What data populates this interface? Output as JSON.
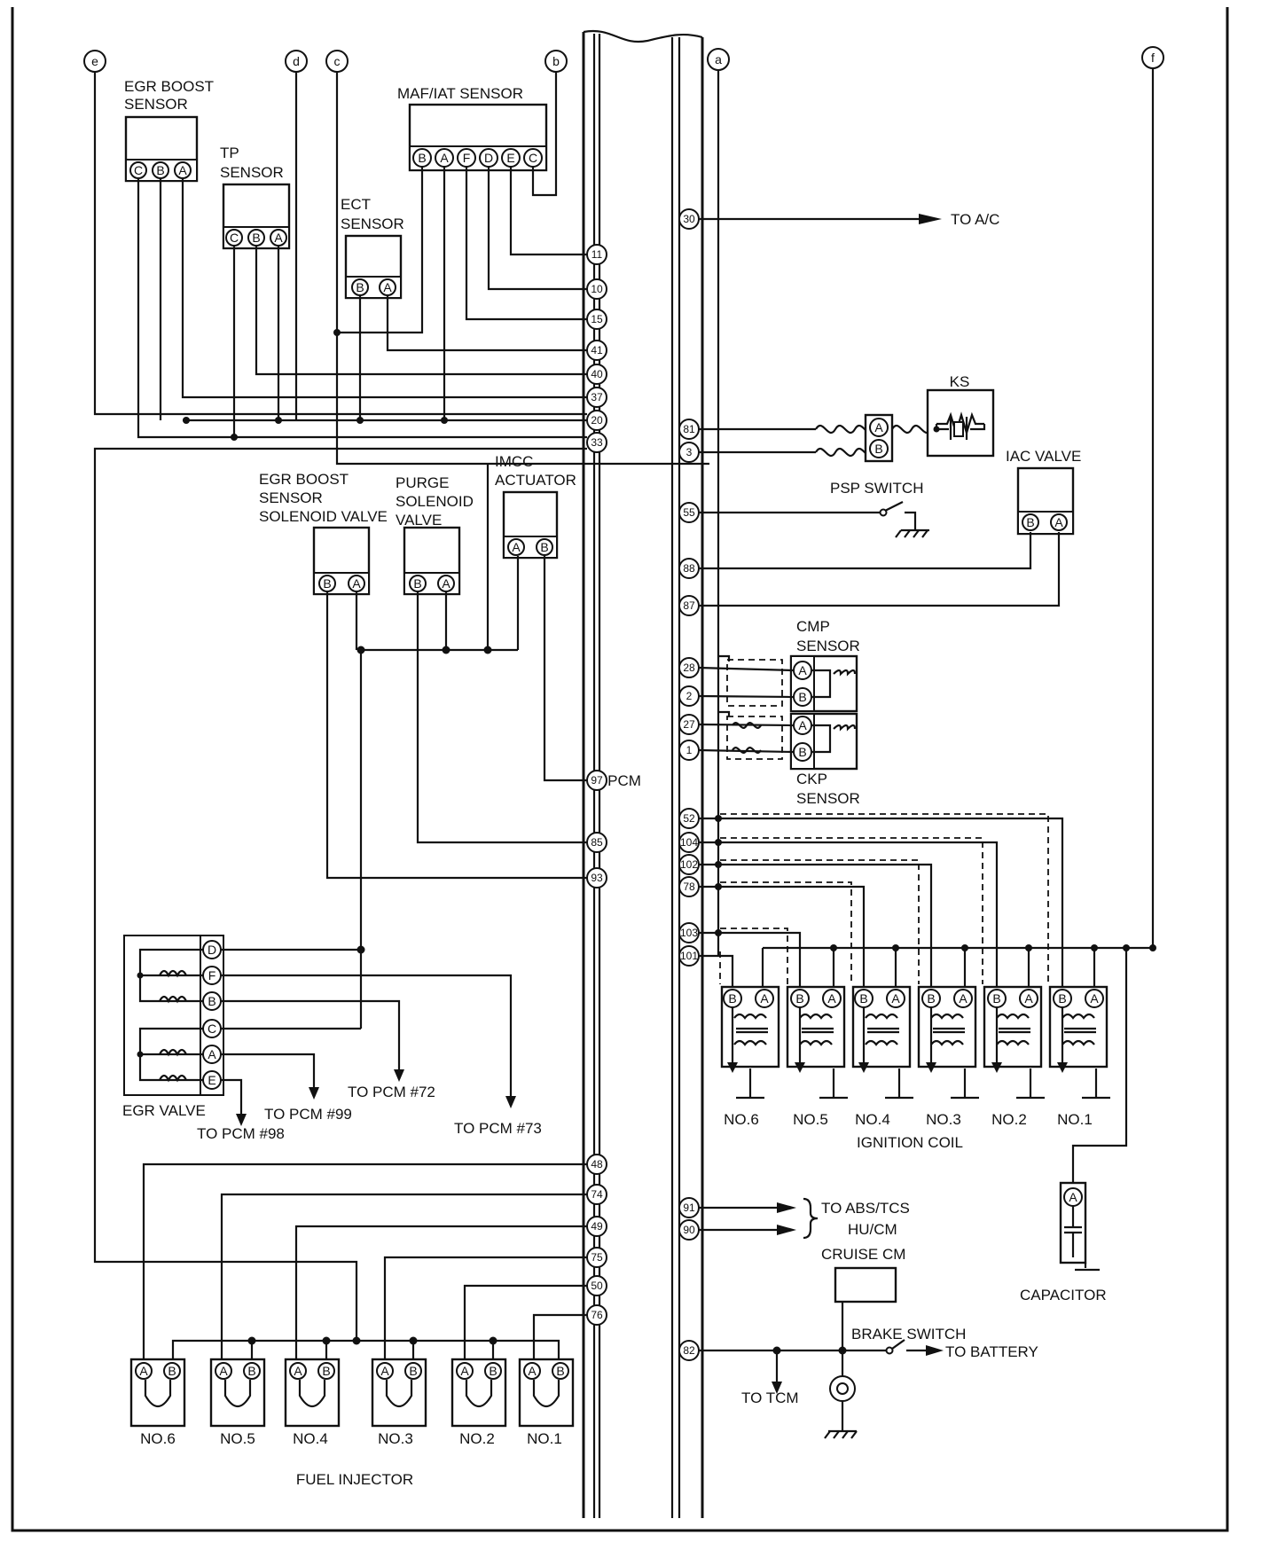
{
  "pcm": {
    "label": "PCM"
  },
  "markers": [
    "e",
    "d",
    "c",
    "b",
    "a",
    "f"
  ],
  "sensors": {
    "egr_boost_sensor": {
      "label_1": "EGR BOOST",
      "label_2": "SENSOR",
      "pins": [
        "C",
        "B",
        "A"
      ]
    },
    "tp_sensor": {
      "label_1": "TP",
      "label_2": "SENSOR",
      "pins": [
        "C",
        "B",
        "A"
      ]
    },
    "ect_sensor": {
      "label_1": "ECT",
      "label_2": "SENSOR",
      "pins": [
        "B",
        "A"
      ]
    },
    "maf_iat_sensor": {
      "label": "MAF/IAT SENSOR",
      "pins": [
        "B",
        "A",
        "F",
        "D",
        "E",
        "C"
      ]
    },
    "ks": {
      "label": "KS"
    },
    "cmp_sensor": {
      "label_1": "CMP",
      "label_2": "SENSOR",
      "pins": [
        "A",
        "B"
      ]
    },
    "ckp_sensor": {
      "label_1": "CKP",
      "label_2": "SENSOR",
      "pins": [
        "A",
        "B"
      ]
    }
  },
  "actuators": {
    "egr_boost_solenoid": {
      "label_1": "EGR BOOST",
      "label_2": "SENSOR",
      "label_3": "SOLENOID VALVE",
      "pins": [
        "B",
        "A"
      ]
    },
    "purge_solenoid": {
      "label_1": "PURGE",
      "label_2": "SOLENOID",
      "label_3": "VALVE",
      "pins": [
        "B",
        "A"
      ]
    },
    "imcc_actuator": {
      "label_1": "IMCC",
      "label_2": "ACTUATOR",
      "pins": [
        "A",
        "B"
      ]
    },
    "iac_valve": {
      "label": "IAC VALVE",
      "pins": [
        "B",
        "A"
      ]
    },
    "psp_switch": {
      "label": "PSP SWITCH"
    }
  },
  "egr_valve": {
    "label": "EGR VALVE",
    "pins": [
      "D",
      "F",
      "B",
      "C",
      "A",
      "E"
    ]
  },
  "pcm_pins_left": [
    "11",
    "10",
    "15",
    "41",
    "40",
    "37",
    "20",
    "33",
    "97",
    "85",
    "93",
    "48",
    "74",
    "49",
    "75",
    "50",
    "76"
  ],
  "pcm_pins_right": [
    "30",
    "81",
    "3",
    "55",
    "88",
    "87",
    "28",
    "2",
    "27",
    "1",
    "52",
    "104",
    "102",
    "78",
    "103",
    "101",
    "91",
    "90",
    "82"
  ],
  "to_labels": {
    "ac": "TO A/C",
    "pcm98": "TO PCM #98",
    "pcm99": "TO PCM #99",
    "pcm72": "TO PCM #72",
    "pcm73": "TO PCM #73",
    "abs_1": "TO ABS/TCS",
    "abs_2": "HU/CM",
    "tcm": "TO TCM",
    "battery": "TO BATTERY"
  },
  "ignition_coil": {
    "label": "IGNITION COIL",
    "coils": [
      "NO.6",
      "NO.5",
      "NO.4",
      "NO.3",
      "NO.2",
      "NO.1"
    ],
    "pins": [
      "B",
      "A"
    ]
  },
  "fuel_injector": {
    "label": "FUEL INJECTOR",
    "injectors": [
      "NO.6",
      "NO.5",
      "NO.4",
      "NO.3",
      "NO.2",
      "NO.1"
    ],
    "pins": [
      "A",
      "B"
    ]
  },
  "capacitor": {
    "label": "CAPACITOR",
    "pin": "A"
  },
  "cruise_cm": {
    "label": "CRUISE CM"
  },
  "brake_switch": {
    "label": "BRAKE SWITCH"
  }
}
